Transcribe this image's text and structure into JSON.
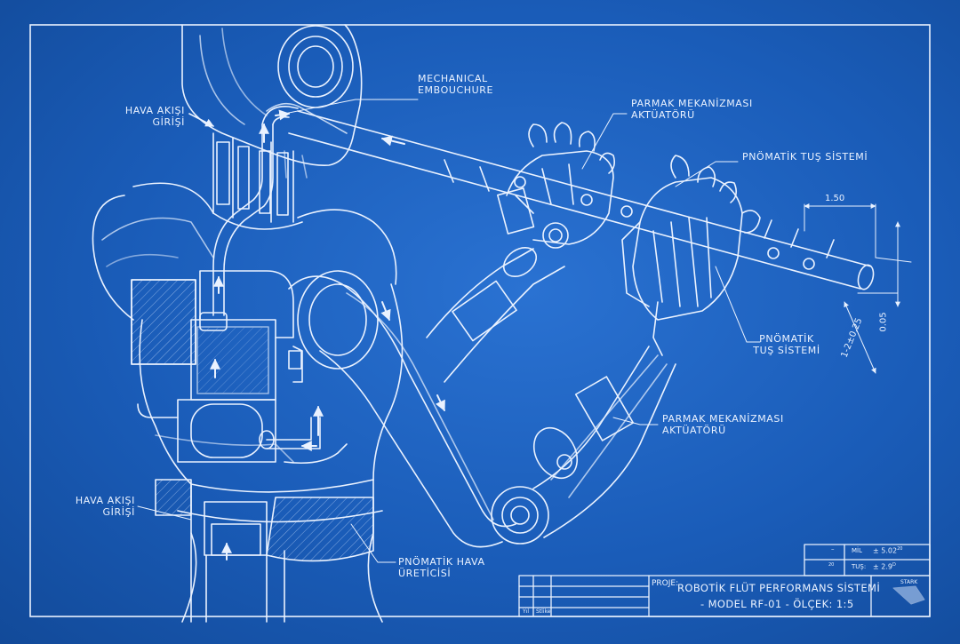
{
  "labels": {
    "embouchure": [
      "MECHANICAL",
      "EMBOUCHURE"
    ],
    "air_inlet_top": [
      "HAVA AKIŞI",
      "GİRİŞİ"
    ],
    "finger_top": [
      "PARMAK MEKANİZMASI",
      "AKTÜATÖRÜ"
    ],
    "keys_top": "PNÖMATİK TUŞ SİSTEMİ",
    "keys_mid": [
      "PNÖMATİK",
      "TUŞ SİSTEMİ"
    ],
    "finger_mid": [
      "PARMAK MEKANİZMASI",
      "AKTÜATÖRÜ"
    ],
    "air_inlet_bottom": [
      "HAVA AKIŞI",
      "GİRİŞİ"
    ],
    "generator": [
      "PNÖMATİK HAVA",
      "ÜRETİCİSİ"
    ]
  },
  "dimensions": {
    "width": "1.50",
    "tolerance": "1-2±0.25",
    "offset": "0.05"
  },
  "title_block": {
    "project_label": "PROJE:",
    "title_line1": "ROBOTİK FLÜT PERFORMANS SİSTEMİ",
    "title_line2": "- MODEL RF-01 - ÖLÇEK: 1:5",
    "col_year": "Yıl",
    "col_scale": "Stlike",
    "mil_label": "MİL",
    "mil_value": "± 5.02",
    "mil_sup": "20",
    "tus_label": "TUŞ:",
    "tus_value": "± 2.9",
    "tus_sup": "D",
    "mil_mark": "–",
    "tus_mark": "20",
    "stamp": "STARK"
  },
  "colors": {
    "background": "#1a5cb8",
    "line": "#eaf2ff"
  }
}
